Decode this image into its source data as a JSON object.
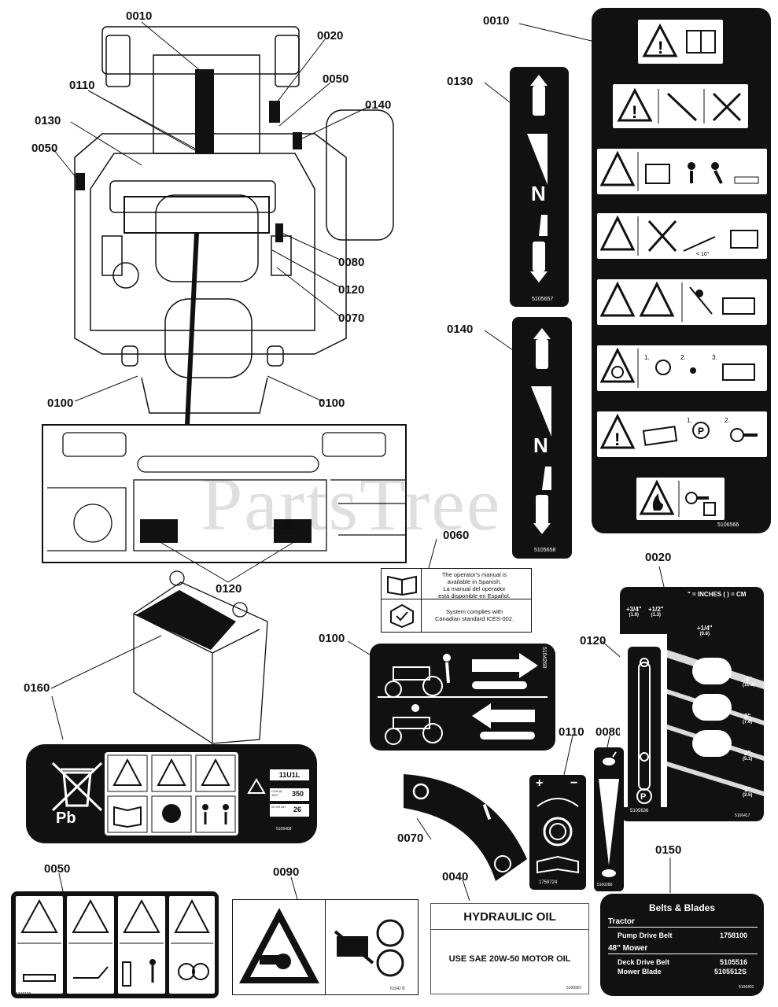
{
  "watermark": "PartsTree",
  "callouts": {
    "c0010a": "0010",
    "c0010b": "0010",
    "c0020a": "0020",
    "c0020b": "0020",
    "c0050a": "0050",
    "c0050b": "0050",
    "c0050c": "0050",
    "c0110a": "0110",
    "c0110b": "0110",
    "c0130a": "0130",
    "c0130b": "0130",
    "c0140a": "0140",
    "c0140b": "0140",
    "c0080a": "0080",
    "c0080b": "0080",
    "c0120a": "0120",
    "c0120b": "0120",
    "c0120c": "0120",
    "c0070a": "0070",
    "c0070b": "0070",
    "c0100a": "0100",
    "c0100b": "0100",
    "c0100c": "0100",
    "c0060": "0060",
    "c0160": "0160",
    "c0090": "0090",
    "c0040": "0040",
    "c0150": "0150"
  },
  "labels": {
    "l0010_part": "5106566",
    "l0130_part": "5105657",
    "l0140_part": "5105658",
    "neutral": "N",
    "l0060": {
      "manual_en": "The operator's manual is",
      "manual_en2": "available in Spanish.",
      "manual_es": "La manual del operador",
      "manual_es2": "está disponible en Español.",
      "complies": "System complies with",
      "complies2": "Canadian standard ICES-002."
    },
    "l0100_part": "5104268",
    "l0020": {
      "header": "\" = INCHES  ( ) = CM",
      "h1": "+3/4\"",
      "h1cm": "(1.9)",
      "h2": "+1/2\"",
      "h2cm": "(1.3)",
      "h3": "+1/4\"",
      "h3cm": "(0.6)",
      "s4": "4\"",
      "s4cm": "(10.2)",
      "s3": "3\"",
      "s3cm": "(7.6)",
      "s2": "2\"",
      "s2cm": "(5.1)",
      "s1": "1\"",
      "s1cm": "(2.5)",
      "part": "5106417"
    },
    "l0120_part": "5105636",
    "l0110": {
      "plus": "+",
      "minus": "−",
      "part": "1759724"
    },
    "l0080_part": "5100280",
    "l0160": {
      "pb": "Pb",
      "group": "11U1L",
      "cca_label": "CCA @ 18°C",
      "cca": "350",
      "hr_label": "20 HR AH",
      "hr": "26",
      "part": "5106408"
    },
    "l0070": {
      "on": "O",
      "run": "I"
    },
    "l0040": {
      "title": "HYDRAULIC OIL",
      "body": "USE SAE 20W-50 MOTOR OIL",
      "part": "5100957"
    },
    "l0150": {
      "title": "Belts & Blades",
      "tractor": "Tractor",
      "pump": "Pump Drive Belt",
      "pump_no": "1758100",
      "mower": "48\" Mower",
      "deck": "Deck Drive Belt",
      "deck_no": "5105516",
      "blade": "Mower Blade",
      "blade_no": "5105512S",
      "part": "5106401"
    },
    "l0050_part": "5106109",
    "l0090_part": "61042 B"
  },
  "colors": {
    "label_black": "#111111",
    "line": "#111111",
    "bg": "#ffffff"
  }
}
